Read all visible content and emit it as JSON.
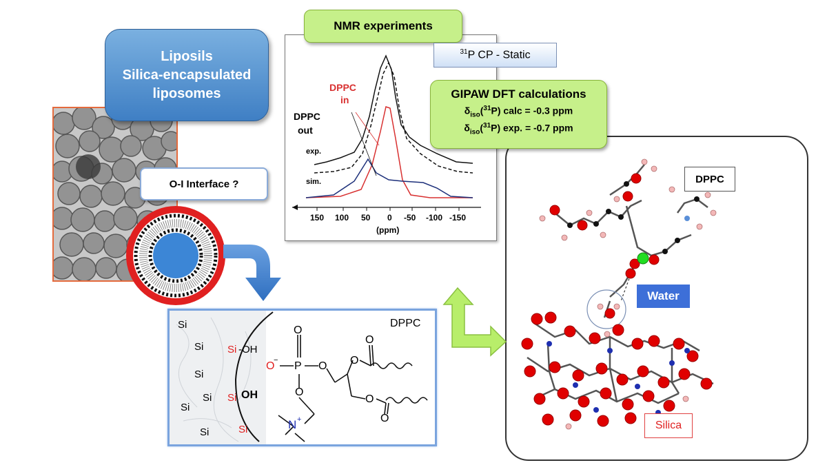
{
  "liposils": {
    "line1": "Liposils",
    "line2": "Silica-encapsulated",
    "line3": "liposomes"
  },
  "interface_label": "O-I Interface ?",
  "nmr": {
    "title": "NMR experiments",
    "cp_mass": "31",
    "cp_rest": "P CP - Static",
    "label_in_1": "DPPC",
    "label_in_2": "in",
    "label_out_1": "DPPC",
    "label_out_2": "out",
    "label_exp": "exp.",
    "label_sim": "sim.",
    "xticks": [
      "150",
      "100",
      "50",
      "0",
      "-50",
      "-100",
      "-150"
    ],
    "xunit": "(ppm)"
  },
  "gipaw": {
    "title": "GIPAW DFT calculations",
    "delta": "δ",
    "iso": "iso",
    "mass": "31",
    "calc_rest": "P) calc = -0.3 ppm",
    "exp_rest": "P) exp. = -0.7 ppm",
    "open": "("
  },
  "molecule": {
    "dppc": "DPPC",
    "water": "Water",
    "silica": "Silica"
  },
  "chem": {
    "dppc": "DPPC",
    "si": "Si",
    "oh": "-OH",
    "oh_bold": "OH",
    "o": "O",
    "o_minus": "O",
    "minus": "−",
    "p": "P",
    "n": "N",
    "plus": "+"
  },
  "colors": {
    "accent_green": "#c6f08a",
    "blue_box": "#3f7fc4",
    "water": "#3d6fd8",
    "red": "#e02020"
  }
}
